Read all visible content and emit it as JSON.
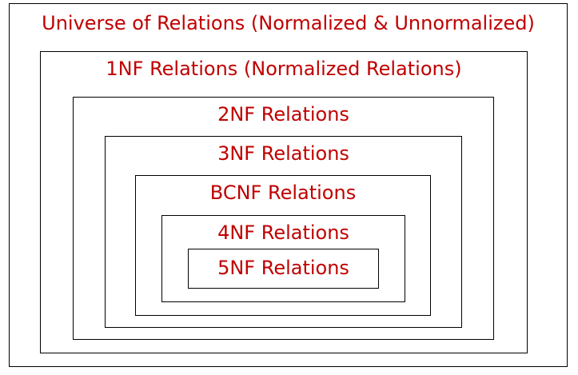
{
  "diagram": {
    "levels": [
      {
        "label": "Universe of Relations (Normalized & Unnormalized)"
      },
      {
        "label": "1NF Relations (Normalized Relations)"
      },
      {
        "label": "2NF Relations"
      },
      {
        "label": "3NF Relations"
      },
      {
        "label": "BCNF Relations"
      },
      {
        "label": "4NF Relations"
      },
      {
        "label": "5NF Relations"
      }
    ],
    "colors": {
      "label": "#c00000",
      "border": "#000000",
      "background": "#ffffff"
    }
  }
}
